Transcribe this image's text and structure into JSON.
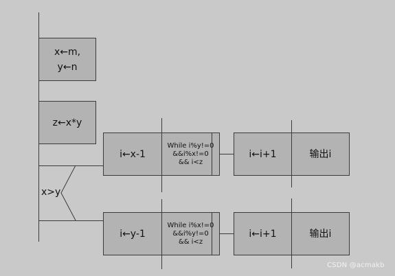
{
  "diagram": {
    "init_x": "x←m,",
    "init_y": "y←n",
    "calc_z": "z←x*y",
    "condition": "x>y",
    "branch_true": {
      "assign": "i←x-1",
      "loop_line1": "While i%y!=0",
      "loop_line2": "&&i%x!=0",
      "loop_line3": "&& i<z",
      "increment": "i←i+1",
      "output": "输出i"
    },
    "branch_false": {
      "assign": "i←y-1",
      "loop_line1": "While i%x!=0",
      "loop_line2": "&&i%y!=0",
      "loop_line3": "&& i<z",
      "increment": "i←i+1",
      "output": "输出i"
    }
  },
  "watermark": "CSDN @acmakb",
  "colors": {
    "background": "#c9c9c9",
    "box": "#b3b3b3",
    "line": "#3a3a3a"
  }
}
